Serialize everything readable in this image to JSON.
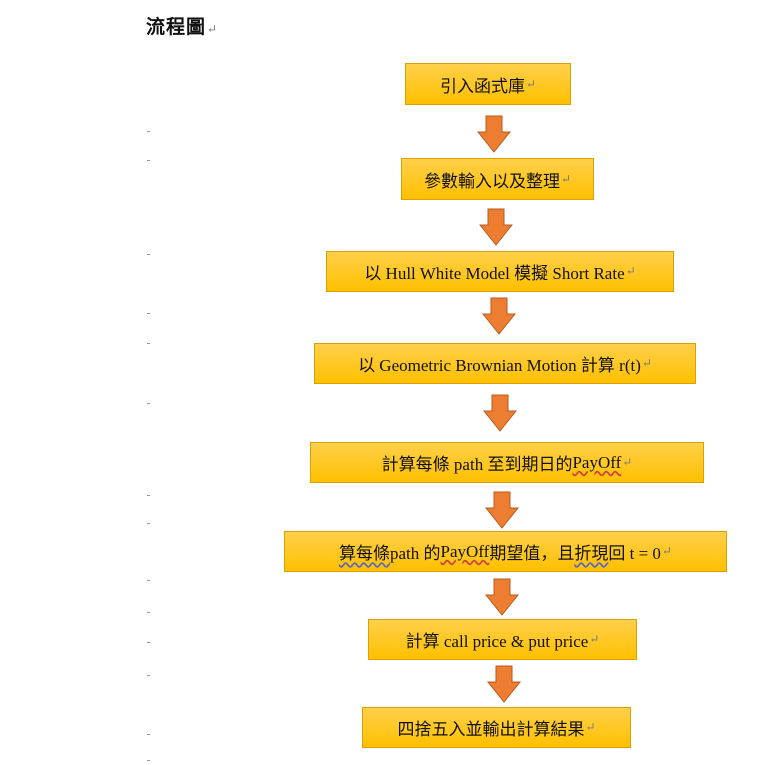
{
  "doc": {
    "title": "流程圖",
    "para_mark": "↵"
  },
  "flow": {
    "step1": "引入函式庫",
    "step2": "參數輸入以及整理",
    "step3": "以 Hull White Model 模擬 Short Rate",
    "step4": "以 Geometric Brownian Motion 計算  r(t)",
    "step5_a": "計算每條 path 至到期日的 ",
    "step5_b": "PayOff",
    "step6_a": "算每條",
    "step6_b": " path 的 ",
    "step6_c": "PayOff",
    "step6_d": " 期望值，且",
    "step6_e": "折現",
    "step6_f": "回 t = 0",
    "step7": "計算 call price & put price",
    "step8": "四捨五入並輸出計算結果"
  }
}
